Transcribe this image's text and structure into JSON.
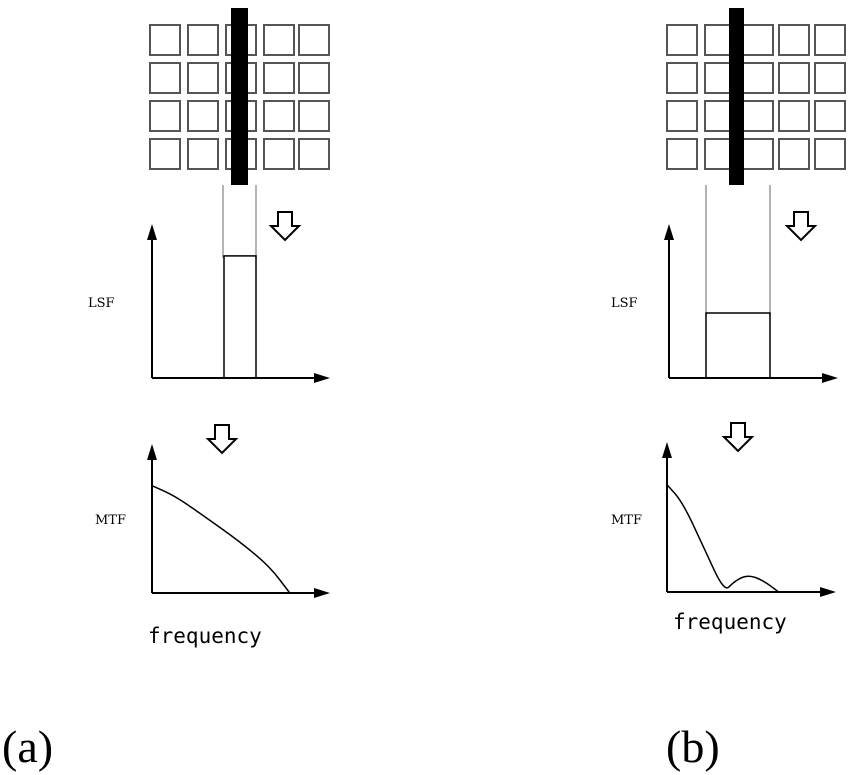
{
  "colors": {
    "background": "#ffffff",
    "ink": "#000000",
    "cell_stroke": "#555555",
    "guide_line": "#9a9a9a"
  },
  "panels": [
    {
      "id": "a",
      "lsf_label": "LSF",
      "mtf_label": "MTF",
      "frequency_label": "frequency",
      "panel_label": "(a)",
      "lsf_relative_height": 0.62,
      "mtf_curve": [
        [
          0,
          0.74
        ],
        [
          0.14,
          0.67
        ],
        [
          0.33,
          0.52
        ],
        [
          0.54,
          0.35
        ],
        [
          0.72,
          0.18
        ],
        [
          0.84,
          0.0
        ]
      ]
    },
    {
      "id": "b",
      "lsf_label": "LSF",
      "mtf_label": "MTF",
      "frequency_label": "frequency",
      "panel_label": "(b)",
      "lsf_relative_height": 0.33,
      "mtf_curve": [
        [
          0,
          0.74
        ],
        [
          0.1,
          0.62
        ],
        [
          0.24,
          0.3
        ],
        [
          0.37,
          0.0
        ],
        [
          0.43,
          0.07
        ],
        [
          0.52,
          0.12
        ],
        [
          0.62,
          0.08
        ],
        [
          0.72,
          0.0
        ]
      ]
    }
  ]
}
